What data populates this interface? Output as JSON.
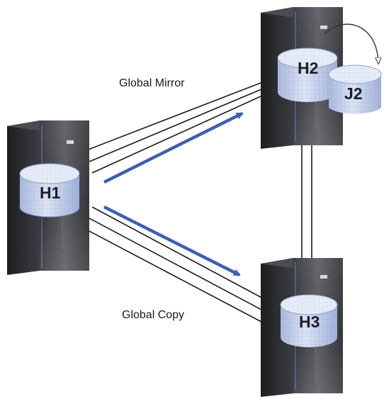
{
  "labels": {
    "global_mirror": "Global Mirror",
    "global_copy": "Global Copy"
  },
  "volumes": {
    "h1": "H1",
    "h2": "H2",
    "j2": "J2",
    "h3": "H3"
  },
  "colors": {
    "flow_arrow": "#3e5fae",
    "link_line": "#1a1a1a",
    "cabinet": "#3a3c42",
    "disk": "#c9d4ec"
  }
}
